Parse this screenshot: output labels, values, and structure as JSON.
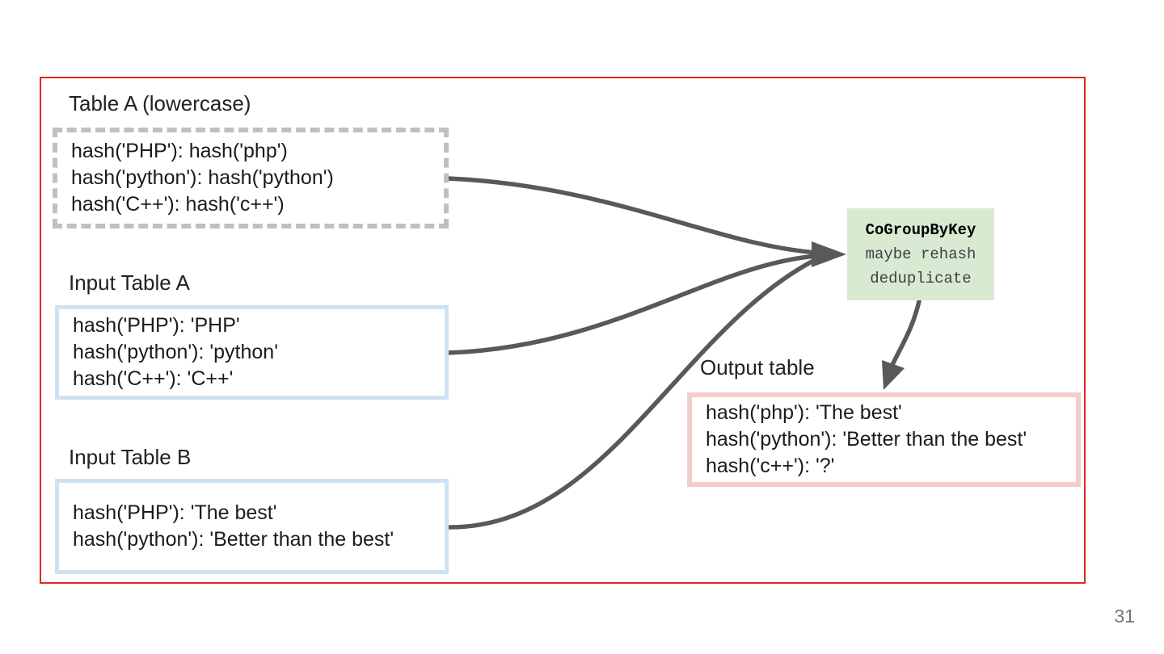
{
  "slide": {
    "page_number": "31"
  },
  "colors": {
    "frame_red": "#dd2b20",
    "arrow_gray": "#595959",
    "dash_gray": "#c0c0c0",
    "input_border_blue": "#cfe2f3",
    "output_border_pink": "#f4cccc",
    "cogroup_bg_green": "#d9ead3",
    "text_dark": "#212121",
    "page_number_gray": "#757575"
  },
  "table_a_lowercase": {
    "label": "Table A (lowercase)",
    "rows": [
      "hash('PHP'): hash('php')",
      "hash('python'): hash('python')",
      "hash('C++'): hash('c++')"
    ]
  },
  "input_table_a": {
    "label": "Input Table A",
    "rows": [
      "hash('PHP'): 'PHP'",
      "hash('python'): 'python'",
      "hash('C++'): 'C++'"
    ]
  },
  "input_table_b": {
    "label": "Input Table B",
    "rows": [
      "hash('PHP'): 'The best'",
      "hash('python'): 'Better than the best'"
    ]
  },
  "cogroup_node": {
    "title": "CoGroupByKey",
    "lines": [
      "maybe rehash",
      "deduplicate"
    ]
  },
  "output_table": {
    "label": "Output table",
    "rows": [
      "hash('php'): 'The best'",
      "hash('python'): 'Better than the best'",
      "hash('c++'): '?'"
    ]
  }
}
